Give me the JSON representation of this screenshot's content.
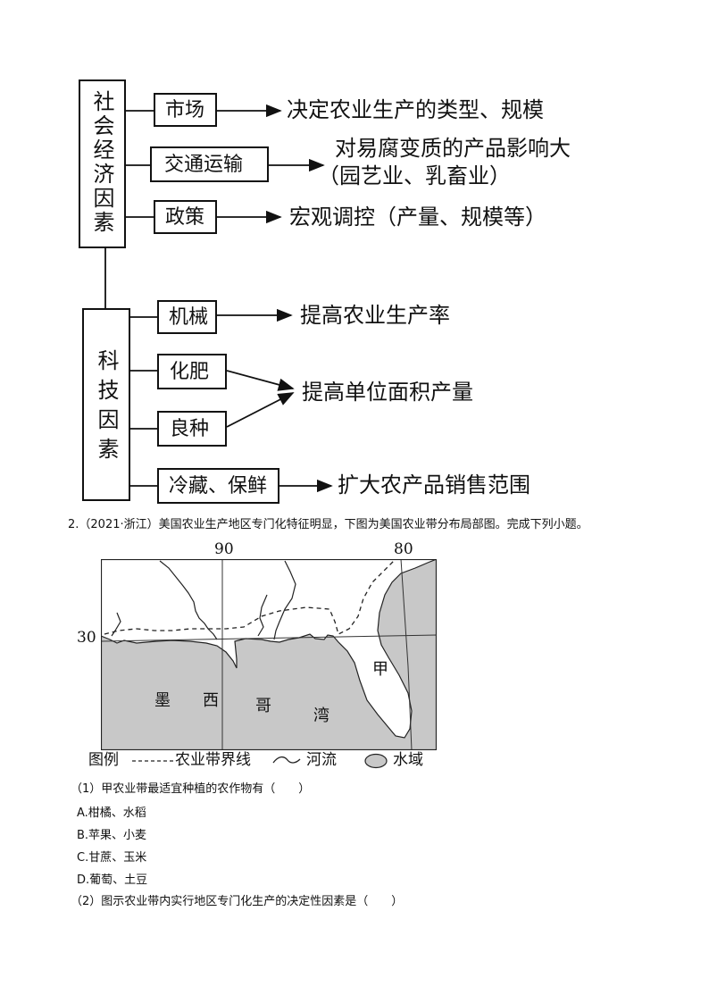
{
  "diagram": {
    "social_group_label": "社会经济因素",
    "tech_group_label": "科技因素",
    "social_rows": [
      {
        "factor": "市场",
        "effect": "决定农业生产的类型、规模"
      },
      {
        "factor": "交通运输",
        "effect": "对易腐变质的产品影响大",
        "effect_line2": "（园艺业、乳畜业）"
      },
      {
        "factor": "政策",
        "effect": "宏观调控（产量、规模等）"
      }
    ],
    "tech_rows": [
      {
        "factor": "机械",
        "effect": "提高农业生产率"
      },
      {
        "factor": "化肥"
      },
      {
        "factor": "良种"
      },
      {
        "factor": "冷藏、保鲜",
        "effect": "扩大农产品销售范围"
      }
    ],
    "shared_effect": "提高单位面积产量"
  },
  "question": {
    "intro": "2.（2021·浙江）美国农业生产地区专门化特征明显，下图为美国农业带分布局部图。完成下列小题。",
    "map": {
      "lon_labels": [
        "90",
        "80"
      ],
      "lat_label": "30",
      "region_label": "甲",
      "sea_chars": [
        "墨",
        "西",
        "哥",
        "湾"
      ],
      "legend_title": "图例",
      "legend_items": [
        "农业带界线",
        "河流",
        "水域"
      ]
    },
    "sub1": {
      "stem": "（1）甲农业带最适宜种植的农作物有（　　）",
      "options": [
        "A.柑橘、水稻",
        "B.苹果、小麦",
        "C.甘蔗、玉米",
        "D.葡萄、土豆"
      ]
    },
    "sub2": {
      "stem": "（2）图示农业带内实行地区专门化生产的决定性因素是（　　）"
    }
  }
}
